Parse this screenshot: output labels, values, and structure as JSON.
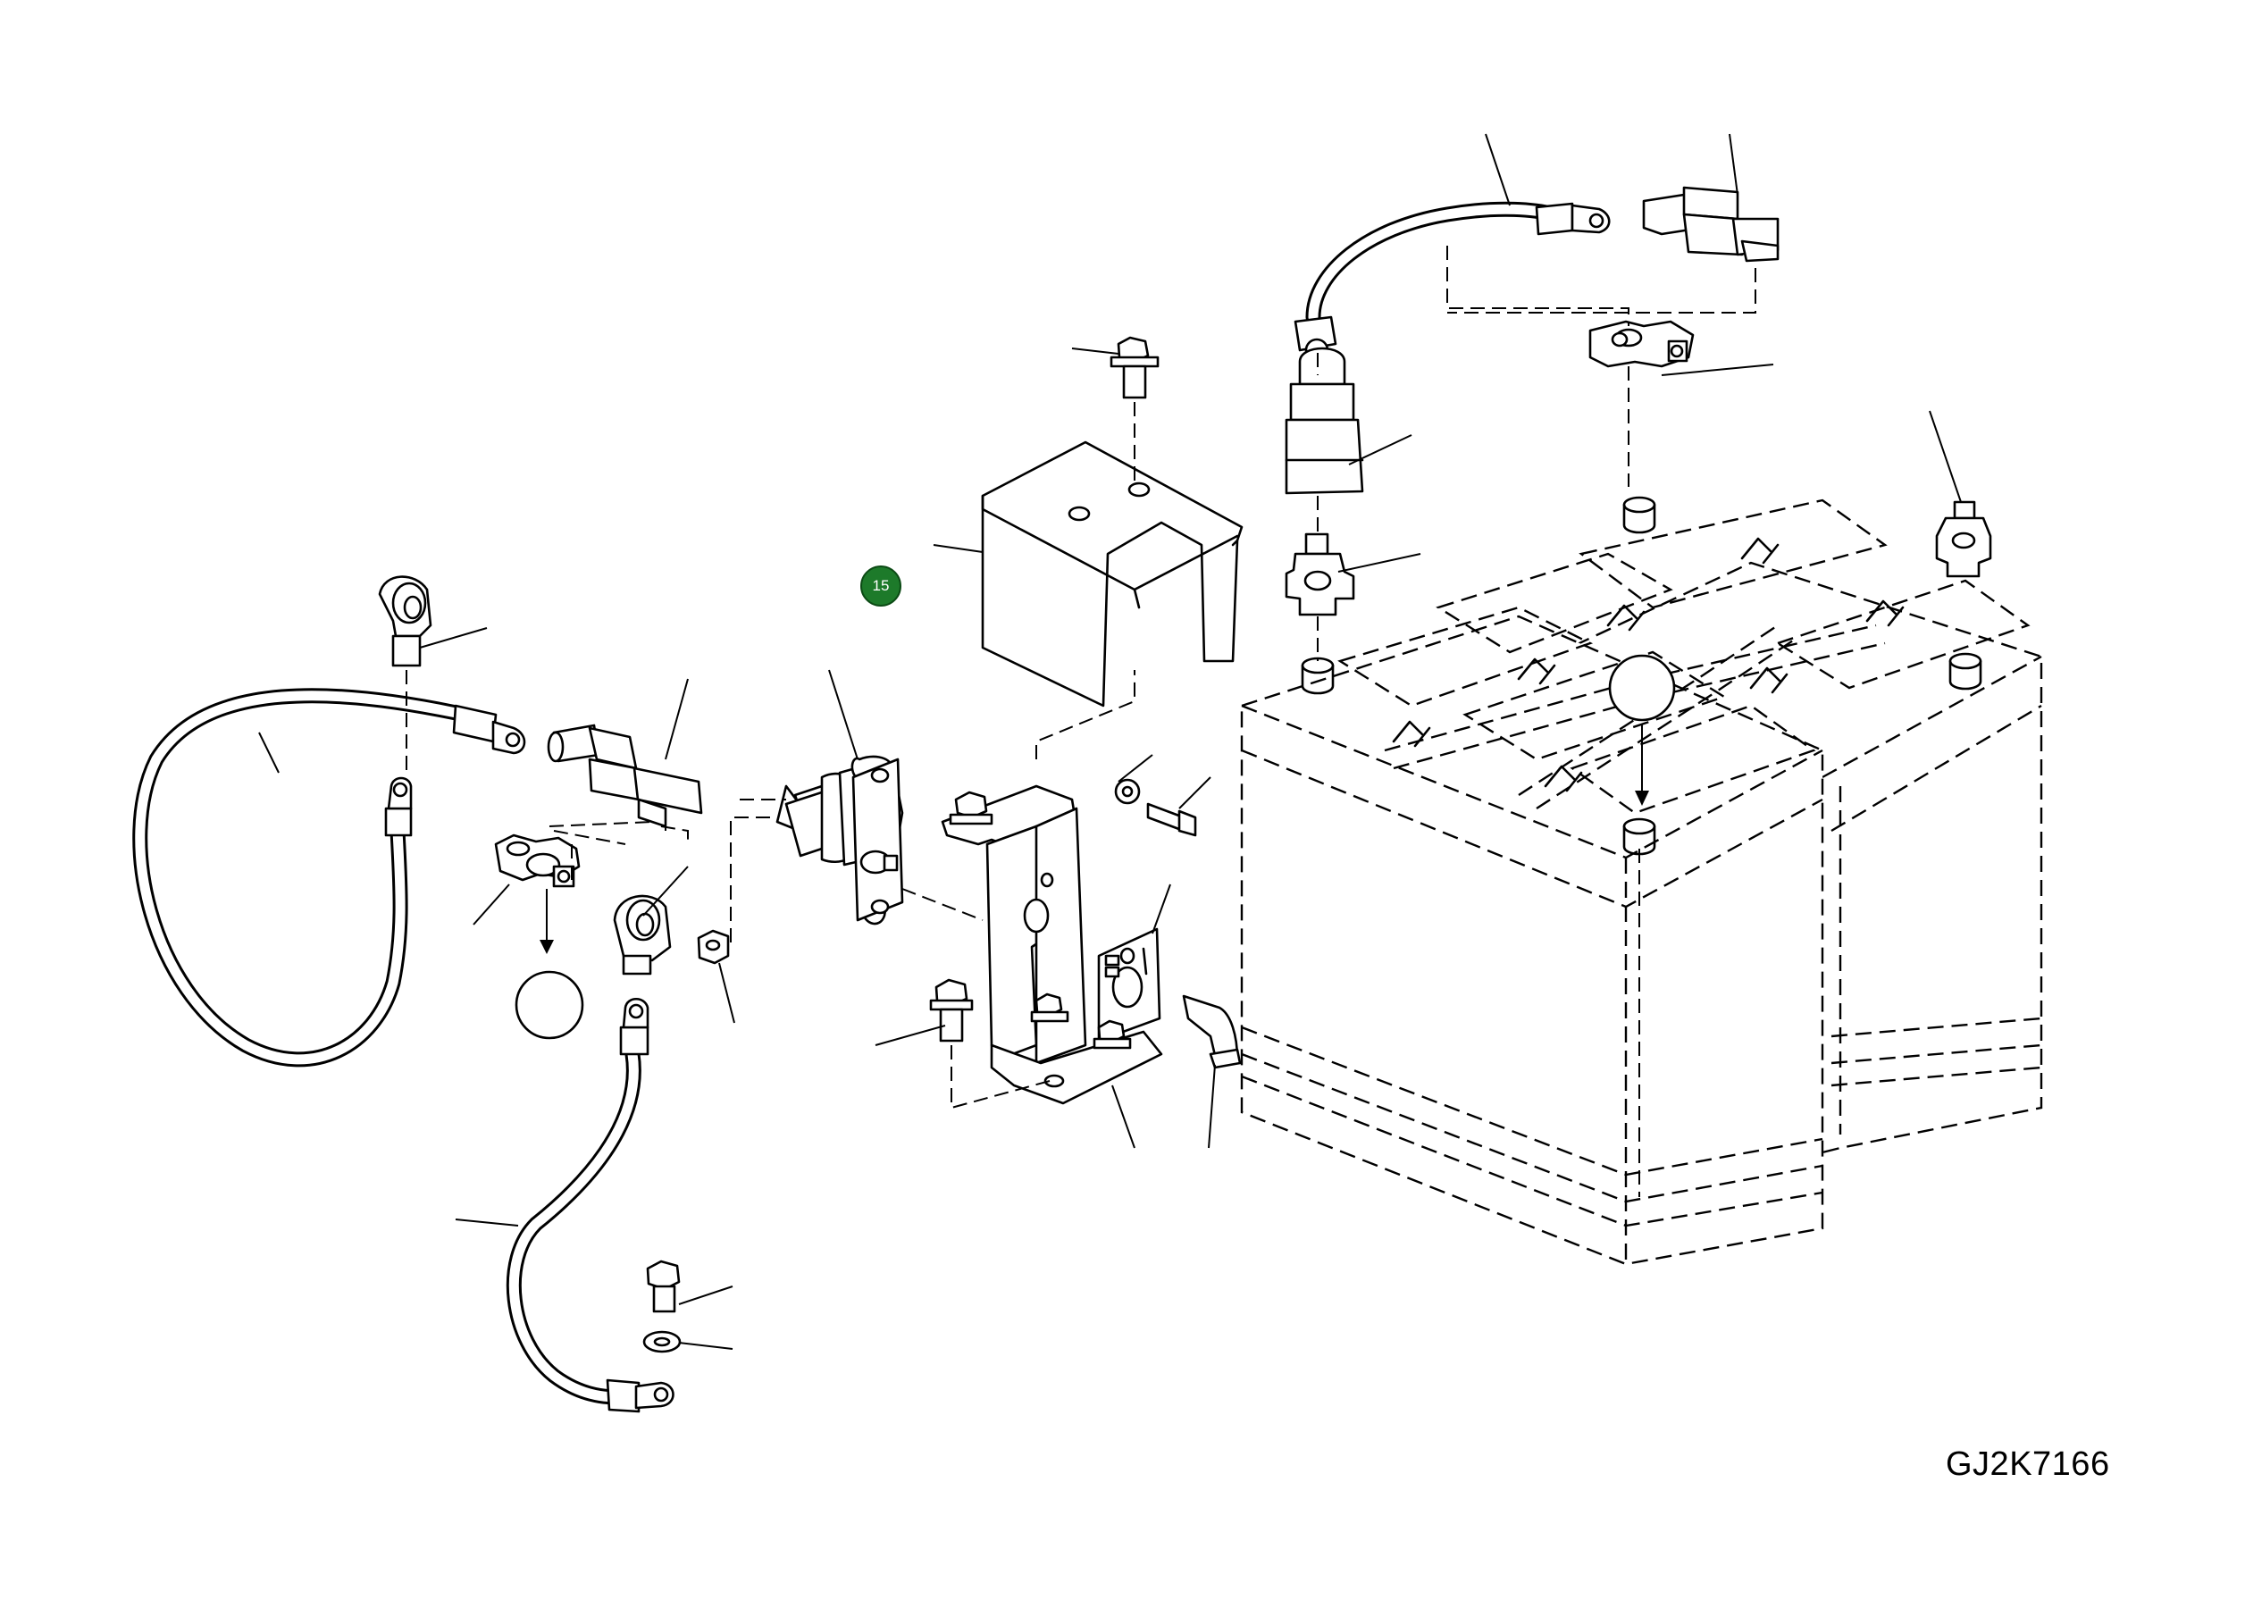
{
  "figure": {
    "code": "GJ2K7166"
  },
  "callouts": [
    {
      "label": "15",
      "color": "#1d7a2a"
    }
  ],
  "parts": [
    "battery-left",
    "battery-right",
    "battery-cover-bracket",
    "disconnect-switch",
    "switch-mount-bracket",
    "disconnect-key",
    "positive-cable",
    "ground-cable",
    "battery-link-cable",
    "terminal-clamps",
    "terminal-boots",
    "bolts-washers-nuts"
  ]
}
